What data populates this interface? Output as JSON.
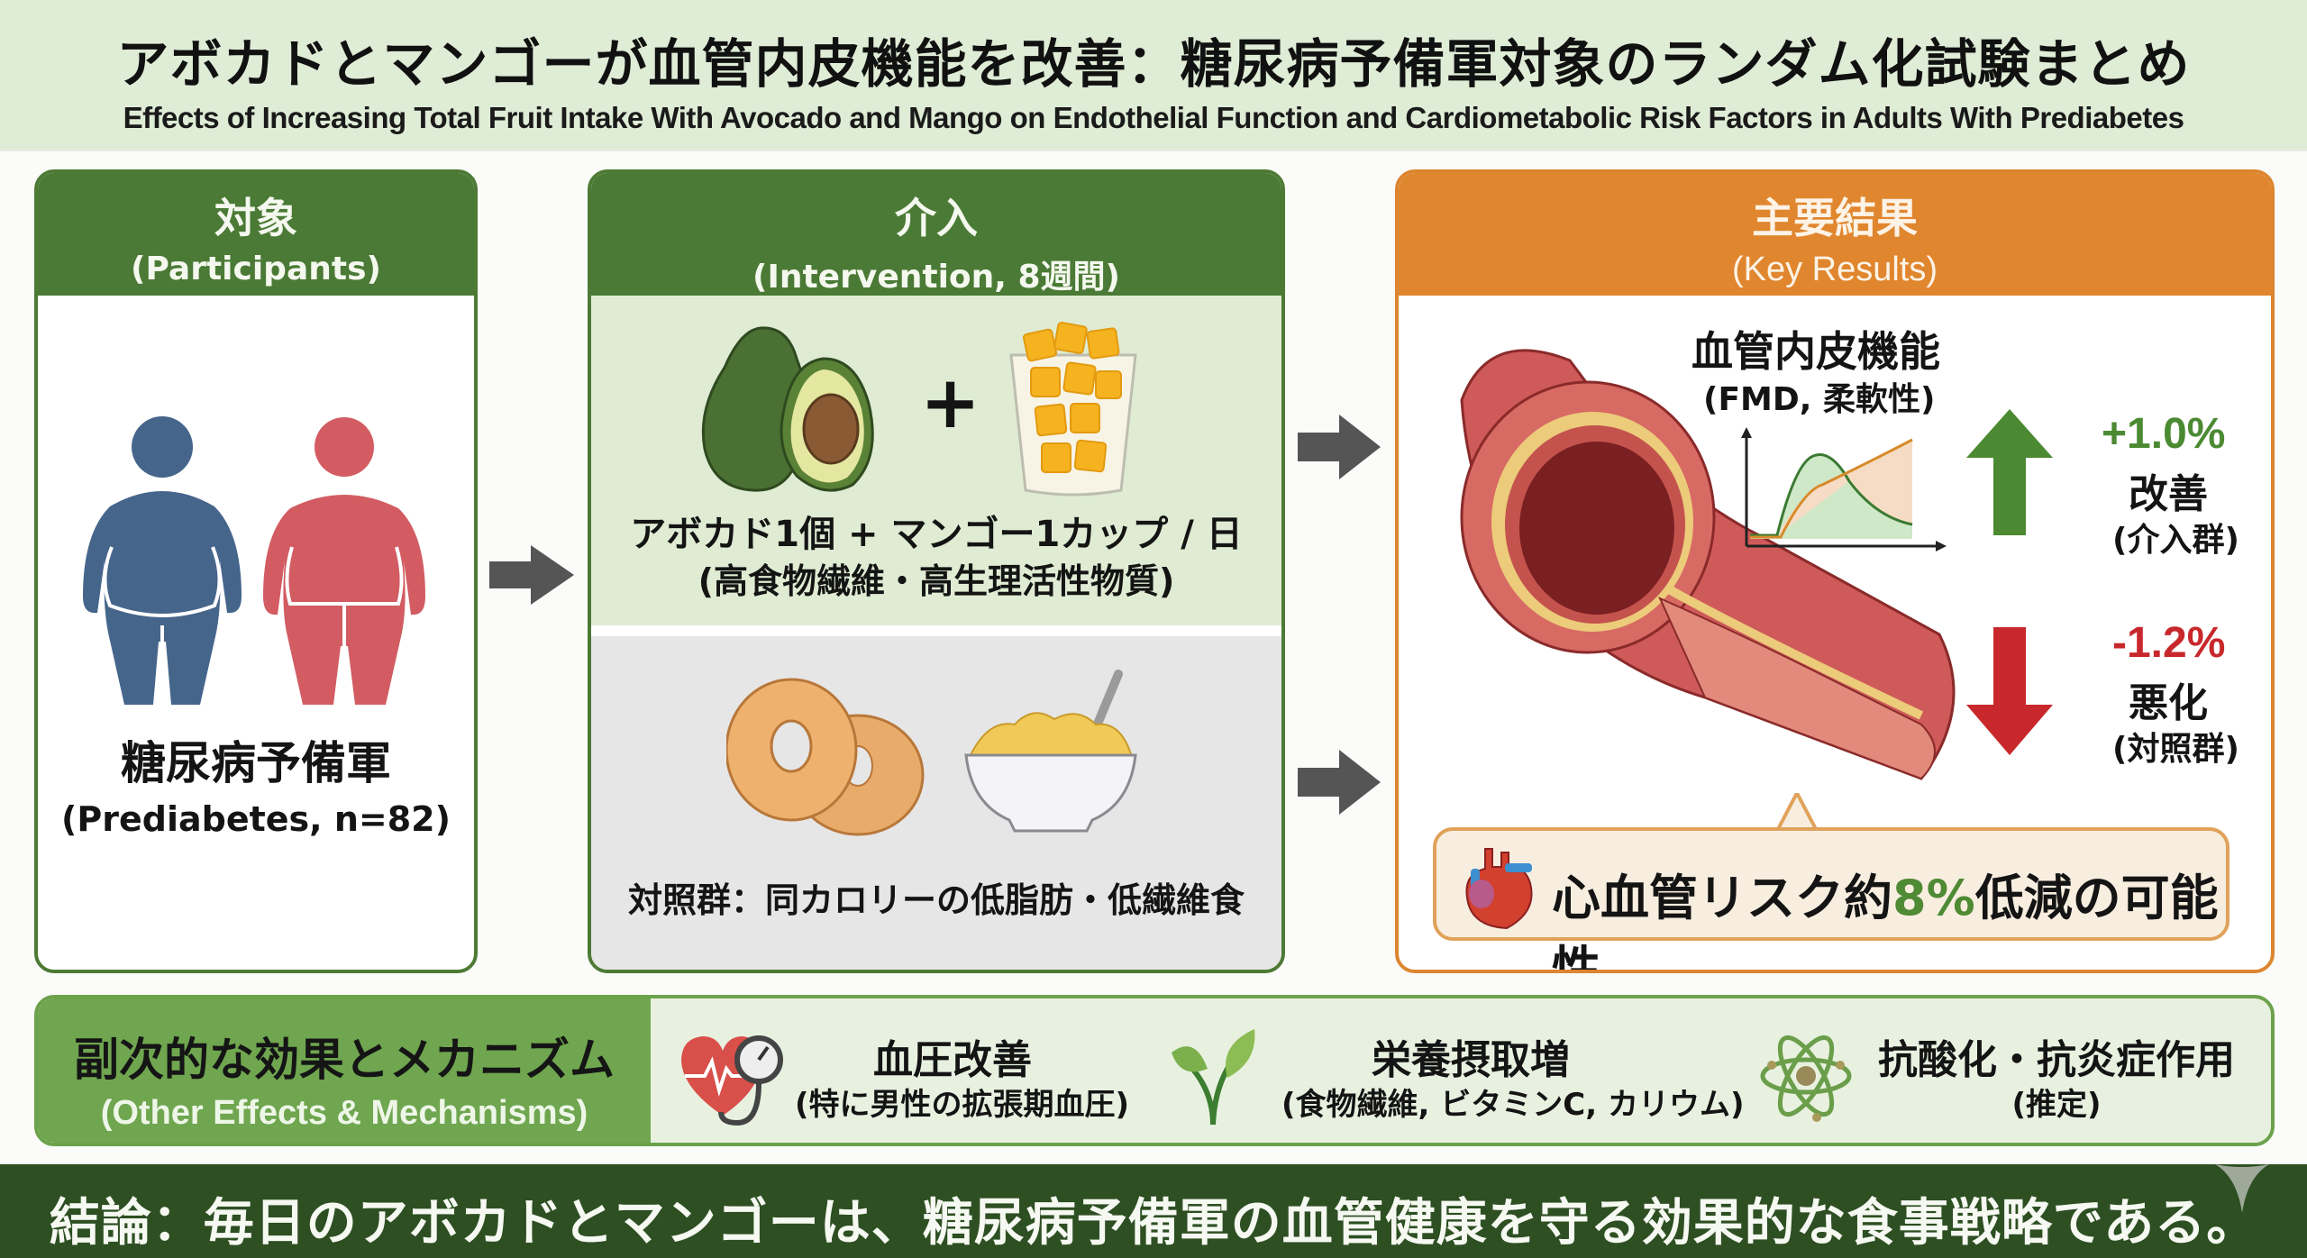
{
  "header": {
    "title_jp": "アボカドとマンゴーが血管内皮機能を改善：糖尿病予備軍対象のランダム化試験まとめ",
    "title_en": "Effects of Increasing Total Fruit Intake With Avocado and Mango on Endothelial Function and Cardiometabolic Risk Factors in Adults With Prediabetes"
  },
  "participants": {
    "heading_jp": "対象",
    "heading_en": "(Participants)",
    "label_jp": "糖尿病予備軍",
    "label_en": "(Prediabetes, n=82)",
    "icons": [
      "person-blue-icon",
      "person-red-icon"
    ],
    "colors": {
      "male": "#46658b",
      "female": "#d25c62"
    }
  },
  "intervention": {
    "heading_jp": "介入",
    "heading_en": "(Intervention, 8週間)",
    "treatment_line1": "アボカド1個 + マンゴー1カップ / 日",
    "treatment_line2": "(高食物繊維・高生理活性物質)",
    "plus": "+",
    "treatment_icons": [
      "avocado-icon",
      "mango-cup-icon"
    ],
    "control_text": "対照群：同カロリーの低脂肪・低繊維食",
    "control_icons": [
      "bagel-icon",
      "cereal-bowl-icon"
    ]
  },
  "results": {
    "heading_jp": "主要結果",
    "heading_en": "(Key Results)",
    "metric_title": "血管内皮機能",
    "metric_sub": "(FMD, 柔軟性)",
    "improve": {
      "value": "+1.0%",
      "label": "改善",
      "group": "(介入群)",
      "color": "#4b8a32"
    },
    "worsen": {
      "value": "-1.2%",
      "label": "悪化",
      "group": "(対照群)",
      "color": "#c8282c"
    },
    "callout_pre": "心血管リスク約",
    "callout_highlight": "8%",
    "callout_post": "低減の可能性"
  },
  "secondary": {
    "heading_jp": "副次的な効果とメカニズム",
    "heading_en": "(Other Effects & Mechanisms)",
    "items": [
      {
        "icon": "heart-blood-pressure-icon",
        "title": "血圧改善",
        "sub": "(特に男性の拡張期血圧)"
      },
      {
        "icon": "sprout-icon",
        "title": "栄養摂取増",
        "sub": "(食物繊維, ビタミンC, カリウム)"
      },
      {
        "icon": "atom-icon",
        "title": "抗酸化・抗炎症作用",
        "sub": "(推定)"
      }
    ]
  },
  "conclusion": {
    "text": "結論：毎日のアボカドとマンゴーは、糖尿病予備軍の血管健康を守る効果的な食事戦略である。"
  },
  "colors": {
    "dark_green": "#4a7a35",
    "orange": "#e0862e",
    "conclusion_bg": "#2d4f22",
    "header_bg": "#dfecd6"
  }
}
